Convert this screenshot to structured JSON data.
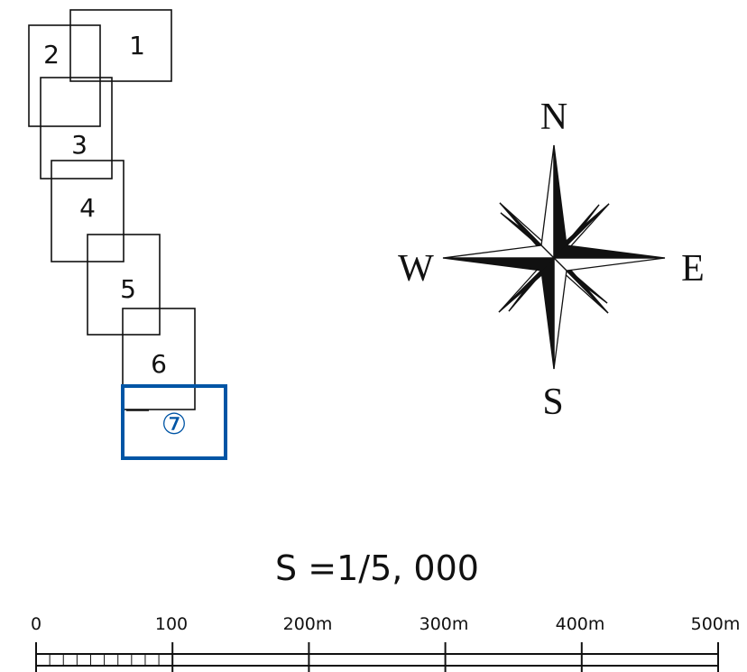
{
  "index_map": {
    "sheets": [
      {
        "label": "1",
        "selected": false
      },
      {
        "label": "2",
        "selected": false
      },
      {
        "label": "3",
        "selected": false
      },
      {
        "label": "4",
        "selected": false
      },
      {
        "label": "5",
        "selected": false
      },
      {
        "label": "6",
        "selected": false
      },
      {
        "label": "⑦",
        "selected": true
      }
    ],
    "selected_color": "#0055a5",
    "outline_color": "#111111"
  },
  "compass": {
    "north": "N",
    "south": "S",
    "east": "E",
    "west": "W"
  },
  "scale": {
    "ratio_text": "S =1/5, 000",
    "tick_labels": [
      "0",
      "100",
      "200m",
      "300m",
      "400m",
      "500m"
    ]
  }
}
